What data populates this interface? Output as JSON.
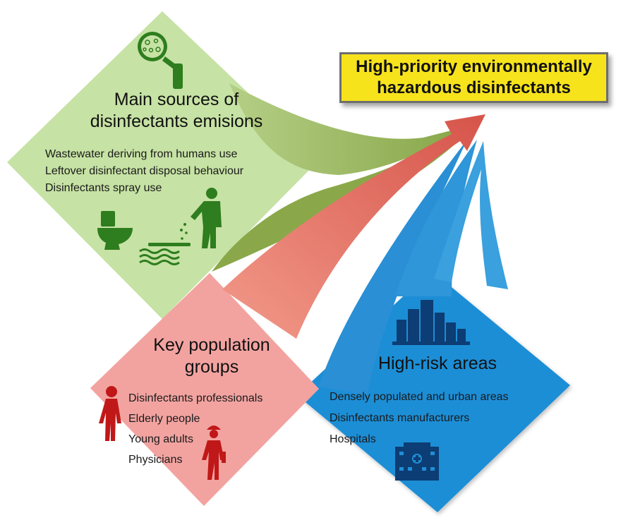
{
  "title": {
    "line1": "High-priority environmentally",
    "line2": "hazardous disinfectants"
  },
  "sources": {
    "heading_line1": "Main sources of",
    "heading_line2": "disinfectants emisions",
    "items": [
      "Wastewater deriving from humans use",
      "Leftover disinfectant disposal behaviour",
      "Disinfectants spray use"
    ]
  },
  "population": {
    "heading_line1": "Key population",
    "heading_line2": "groups",
    "items": [
      "Disinfectants professionals",
      "Elderly people",
      "Young adults",
      "Physicians"
    ]
  },
  "areas": {
    "heading": "High-risk areas",
    "items": [
      "Densely populated and urban areas",
      "Disinfectants manufacturers",
      "Hospitals"
    ]
  },
  "colors": {
    "title_bg": "#f7e31c",
    "sources_bg": "#c6e2a4",
    "sources_arrow": "#8aa84a",
    "sources_icon": "#2e7d1e",
    "population_bg": "#f2a3a0",
    "population_arrow": "#d9645a",
    "population_icon": "#c01818",
    "areas_bg": "#1f8ed6",
    "areas_arrow": "#2a8fd4",
    "areas_icon": "#0c3d74"
  },
  "icons": {
    "sources": [
      "petri-dish-icon",
      "toilet-icon",
      "person-pouring-icon",
      "water-waves-icon"
    ],
    "population": [
      "woman-figure-icon",
      "worker-figure-icon"
    ],
    "areas": [
      "city-skyline-icon",
      "hospital-icon"
    ]
  }
}
